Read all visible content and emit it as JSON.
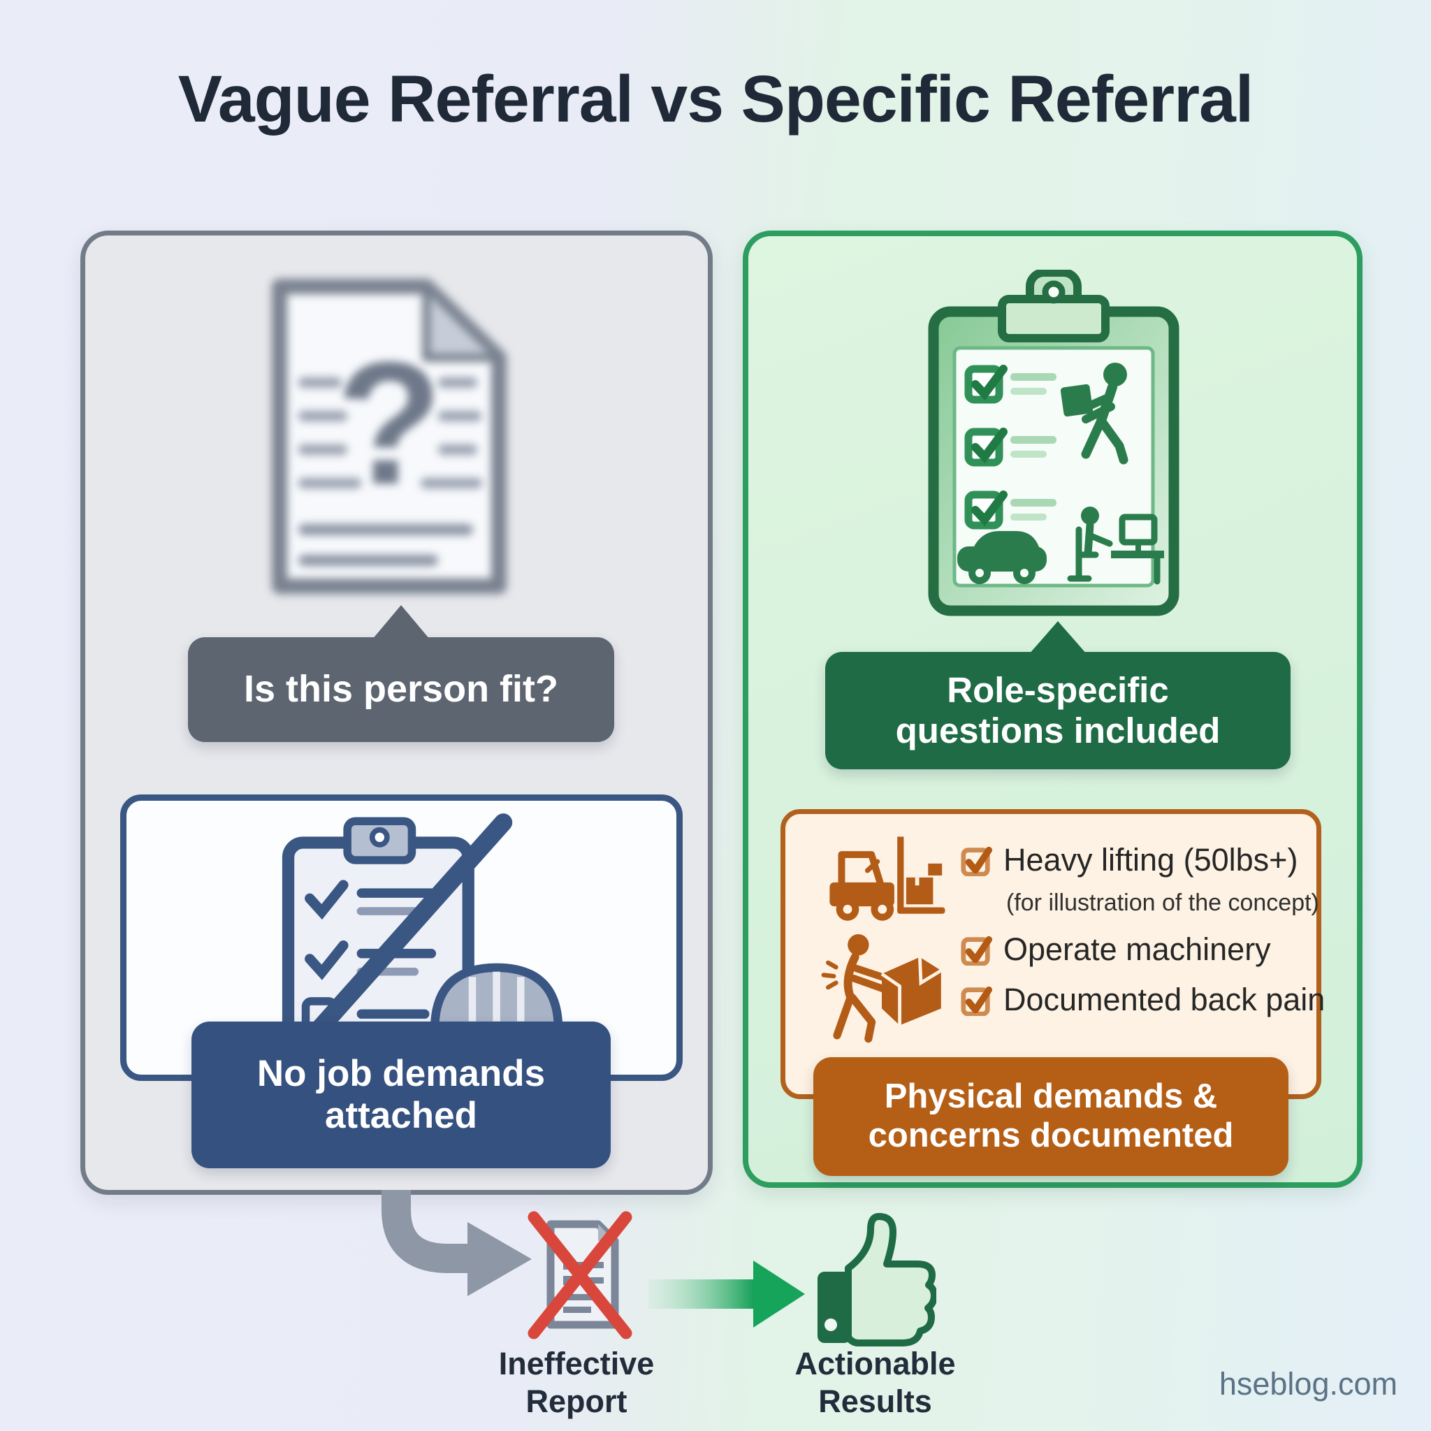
{
  "title": "Vague Referral vs Specific Referral",
  "left_panel": {
    "fit_question_badge": "Is this person fit?",
    "no_demands_badge": {
      "line1": "No job demands",
      "line2": "attached"
    }
  },
  "right_panel": {
    "role_badge": {
      "line1": "Role-specific",
      "line2": "questions included"
    },
    "checklist": [
      {
        "label": "Heavy lifting (50lbs+)",
        "note": "(for illustration of the concept)"
      },
      {
        "label": "Operate machinery"
      },
      {
        "label": "Documented back pain"
      }
    ],
    "demands_badge": {
      "line1": "Physical demands &",
      "line2": "concerns documented"
    }
  },
  "outcomes": {
    "ineffective": {
      "line1": "Ineffective",
      "line2": "Report"
    },
    "actionable": {
      "line1": "Actionable",
      "line2": "Results"
    }
  },
  "watermark": "hseblog.com",
  "icons": {
    "left": [
      "question-document-icon",
      "no-checklist-slash-icon",
      "hard-hat-icon"
    ],
    "right": [
      "clipboard-checklist-icon",
      "person-carrying-box-icon",
      "car-icon",
      "person-at-desk-icon",
      "forklift-icon",
      "person-lifting-box-icon",
      "orange-checkbox-icon"
    ],
    "flow": [
      "curved-arrow-icon",
      "crossed-document-icon",
      "green-arrow-icon",
      "thumbs-up-icon"
    ]
  },
  "colors": {
    "title_text": "#1f2937",
    "left_panel_bg": "#e7e8ec",
    "left_panel_border": "#727c88",
    "gray_badge": "#5d6571",
    "navy": "#35517f",
    "navy_icon": "#3a5683",
    "right_panel_bg": "#daf2dc",
    "green_border": "#2d9e5f",
    "green_badge": "#1e6b45",
    "green_icon": "#2b7c4c",
    "orange_icon": "#b35c17",
    "orange_border": "#b2601d",
    "orange_badge": "#b55e16",
    "cream_bg": "#fdf2e3",
    "red_x": "#d9463c",
    "gray_arrow": "#8d97a6"
  }
}
